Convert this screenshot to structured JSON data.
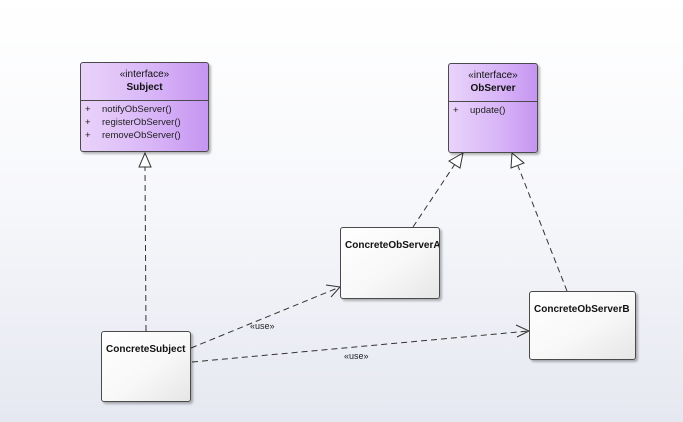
{
  "diagram": {
    "classes": [
      {
        "key": "subject",
        "stereotype": "«interface»",
        "name": "Subject",
        "operations": [
          {
            "visibility": "+",
            "name": "notifyObServer()"
          },
          {
            "visibility": "+",
            "name": "registerObServer()"
          },
          {
            "visibility": "+",
            "name": "removeObServer()"
          }
        ]
      },
      {
        "key": "observer",
        "stereotype": "«interface»",
        "name": "ObServer",
        "operations": [
          {
            "visibility": "+",
            "name": "update()"
          }
        ]
      },
      {
        "key": "concrete_subject",
        "name": "ConcreteSubject"
      },
      {
        "key": "concrete_observer_a",
        "name": "ConcreteObServerA"
      },
      {
        "key": "concrete_observer_b",
        "name": "ConcreteObServerB"
      }
    ],
    "relationships": [
      {
        "type": "realization",
        "from": "ConcreteSubject",
        "to": "Subject"
      },
      {
        "type": "realization",
        "from": "ConcreteObServerA",
        "to": "ObServer"
      },
      {
        "type": "realization",
        "from": "ConcreteObServerB",
        "to": "ObServer"
      },
      {
        "type": "dependency",
        "from": "ConcreteSubject",
        "to": "ConcreteObServerA",
        "label": "«use»"
      },
      {
        "type": "dependency",
        "from": "ConcreteSubject",
        "to": "ConcreteObServerB",
        "label": "«use»"
      }
    ]
  },
  "colors": {
    "interface_fill_light": "#e9d3fa",
    "interface_fill_dark": "#c595f1",
    "connector": "#333333",
    "background_bottom": "#e6e8f1"
  }
}
